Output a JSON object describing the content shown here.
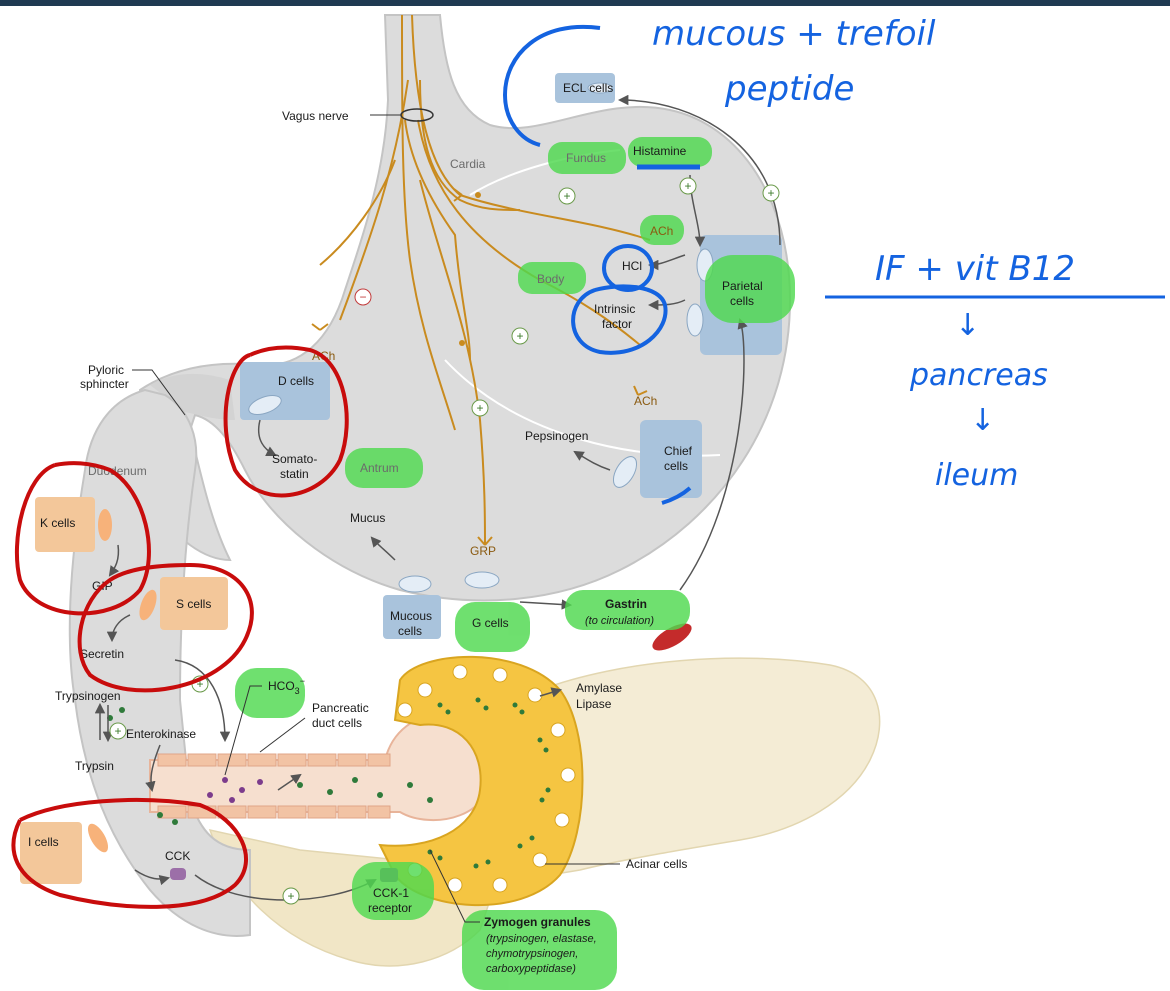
{
  "anatomy": {
    "vagus_nerve": "Vagus nerve",
    "cardia": "Cardia",
    "fundus": "Fundus",
    "body": "Body",
    "antrum": "Antrum",
    "pyloric_sphincter_1": "Pyloric",
    "pyloric_sphincter_2": "sphincter",
    "duodenum": "Duodenum"
  },
  "cells": {
    "ecl": "ECL cells",
    "parietal_1": "Parietal",
    "parietal_2": "cells",
    "chief_1": "Chief",
    "chief_2": "cells",
    "d_cells": "D cells",
    "mucous_1": "Mucous",
    "mucous_2": "cells",
    "g_cells": "G cells",
    "k_cells": "K cells",
    "s_cells": "S cells",
    "i_cells": "I cells",
    "pancreatic_duct_1": "Pancreatic",
    "pancreatic_duct_2": "duct cells",
    "acinar": "Acinar cells"
  },
  "substances": {
    "histamine": "Histamine",
    "ach_1": "ACh",
    "ach_2": "ACh",
    "ach_3": "ACh",
    "hcl": "HCl",
    "intrinsic_1": "Intrinsic",
    "intrinsic_2": "factor",
    "pepsinogen": "Pepsinogen",
    "somatostatin_1": "Somato-",
    "somatostatin_2": "statin",
    "mucus": "Mucus",
    "grp": "GRP",
    "gastrin": "Gastrin",
    "gastrin_note": "(to circulation)",
    "gip": "GIP",
    "secretin": "Secretin",
    "hco3": "HCO",
    "hco3_sub": "3",
    "hco3_sup": "−",
    "trypsinogen": "Trypsinogen",
    "enterokinase": "Enterokinase",
    "trypsin": "Trypsin",
    "cck": "CCK",
    "cck1_1": "CCK-1",
    "cck1_2": "receptor",
    "amylase": "Amylase",
    "lipase": "Lipase",
    "zymogen": "Zymogen granules",
    "zymogen_note_1": "(trypsinogen, elastase,",
    "zymogen_note_2": "chymotrypsinogen,",
    "zymogen_note_3": "carboxypeptidase)"
  },
  "symbols": {
    "plus": "+",
    "minus": "−"
  },
  "handwritten": {
    "line1": "mucous + trefoil",
    "line2": "peptide",
    "if_vit": "IF + vit B12",
    "arrow1": "↓",
    "pancreas": "pancreas",
    "arrow2": "↓",
    "ileum": "ileum"
  },
  "colors": {
    "stomach_fill": "#dcdcdc",
    "cell_box": "#a9c3dc",
    "nerve": "#c98b1f",
    "highlight_green": "#4fd94f",
    "circle_red": "#c80c0c",
    "ink_blue": "#1463e0",
    "acinar": "#f5c542",
    "orange_box": "#f3c79a"
  }
}
